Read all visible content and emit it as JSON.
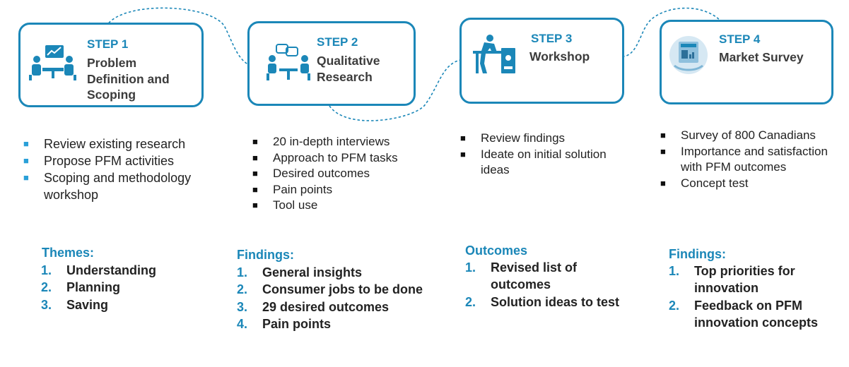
{
  "colors": {
    "accent": "#1b87b8",
    "title": "#3c3c3c",
    "text": "#222222"
  },
  "steps": [
    {
      "label": "STEP 1",
      "title": "Problem Definition and Scoping",
      "icon": "meeting-chart-icon",
      "bullets": [
        "Review existing research",
        "Propose PFM activities",
        "Scoping and methodology workshop"
      ],
      "section_heading": "Themes:",
      "numbered": [
        "Understanding",
        "Planning",
        "Saving"
      ]
    },
    {
      "label": "STEP 2",
      "title": "Qualitative Research",
      "icon": "interview-icon",
      "bullets": [
        "20 in-depth interviews",
        "Approach to PFM tasks",
        "Desired outcomes",
        "Pain points",
        "Tool use"
      ],
      "section_heading": "Findings:",
      "numbered": [
        "General insights",
        "Consumer jobs to be done",
        "29 desired outcomes",
        "Pain points"
      ]
    },
    {
      "label": "STEP 3",
      "title": "Workshop",
      "icon": "workshop-icon",
      "bullets": [
        "Review findings",
        "Ideate on initial solution ideas"
      ],
      "section_heading": "Outcomes",
      "numbered": [
        "Revised list of outcomes",
        "Solution ideas to test"
      ]
    },
    {
      "label": "STEP 4",
      "title": "Market Survey",
      "icon": "survey-icon",
      "bullets": [
        "Survey of 800 Canadians",
        "Importance and satisfaction with PFM outcomes",
        "Concept test"
      ],
      "section_heading": "Findings:",
      "numbered": [
        "Top priorities for innovation",
        "Feedback on PFM innovation concepts"
      ]
    }
  ]
}
